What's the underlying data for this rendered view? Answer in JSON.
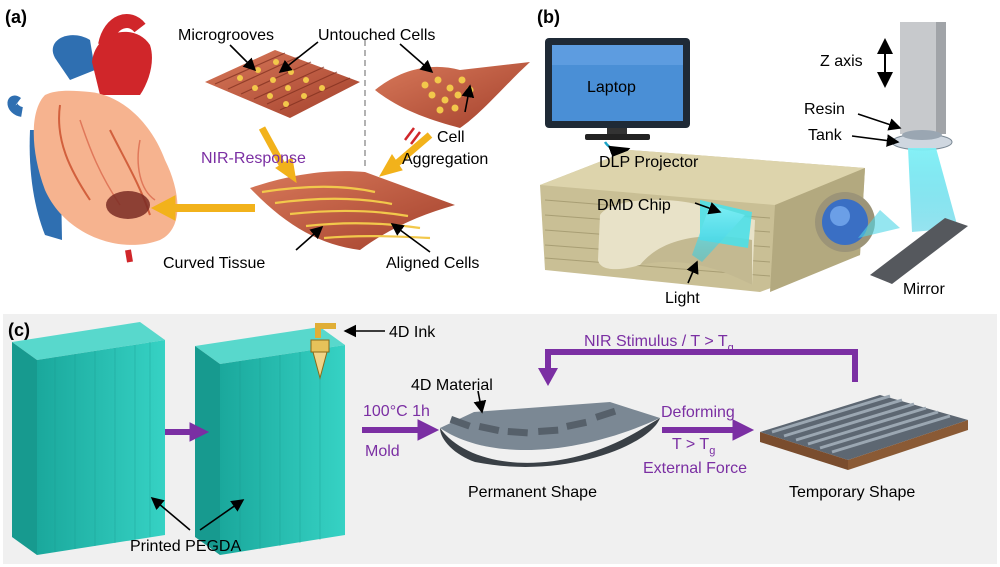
{
  "panel_a": {
    "tag": "(a)",
    "microgrooves": "Microgrooves",
    "untouched_cells": "Untouched Cells",
    "nir_response": "NIR-Response",
    "cell": "Cell",
    "aggregation": "Aggregation",
    "curved_tissue": "Curved Tissue",
    "aligned_cells": "Aligned Cells"
  },
  "panel_b": {
    "tag": "(b)",
    "laptop": "Laptop",
    "z_axis": "Z axis",
    "resin": "Resin",
    "tank": "Tank",
    "dlp_projector": "DLP Projector",
    "dmd_chip": "DMD Chip",
    "light": "Light",
    "mirror": "Mirror"
  },
  "panel_c": {
    "tag": "(c)",
    "ink": "4D Ink",
    "stimulus_main": "NIR Stimulus / T > T",
    "stimulus_sub": "g",
    "material": "4D Material",
    "condition": "100°C 1h",
    "mold": "Mold",
    "deforming": "Deforming",
    "t_gt": "T > T",
    "t_sub": "g",
    "external_force": "External Force",
    "permanent_shape": "Permanent Shape",
    "temporary_shape": "Temporary Shape",
    "printed_pegda": "Printed PEGDA"
  },
  "colors": {
    "purple": "#7b2fa3",
    "yellow": "#f2b21b",
    "teal": "#2bbfb3",
    "panel_c_bg": "#f0f0f0"
  }
}
